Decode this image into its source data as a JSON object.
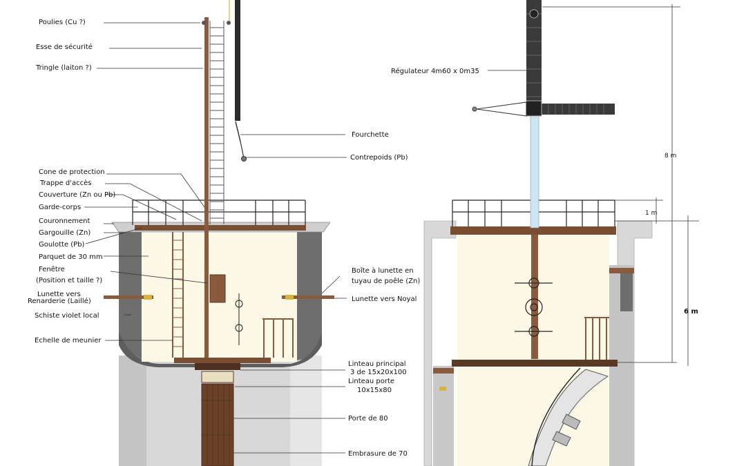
{
  "left_labels": {
    "poulies": "Poulies (Cu ?)",
    "esse": "Esse de sécurité",
    "tringle": "Tringle (laiton ?)",
    "cone": "Cone de protection",
    "trappe": "Trappe d'accès",
    "couverture": "Couverture (Zn ou Pb)",
    "gardecorps": "Garde-corps",
    "couronnement": "Couronnement",
    "gargouille": "Gargouille (Zn)",
    "goulotte": "Goulotte (Pb)",
    "parquet": "Parquet de 30 mm",
    "fenetre_1": "Fenêtre",
    "fenetre_2": "(Position et taille ?)",
    "lunette_renarderie_1": "Lunette vers",
    "lunette_renarderie_2": "Renarderie (Laillé)",
    "schiste": "Schiste violet local",
    "echelle": "Echelle de meunier"
  },
  "right_labels": {
    "fourchette": "Fourchette",
    "contrepoids": "Contrepoids (Pb)",
    "boite_1": "Boîte à lunette en",
    "boite_2": "tuyau de poêle (Zn)",
    "lunette_noyal": "Lunette vers Noyal",
    "linteau_principal_1": "Linteau principal",
    "linteau_principal_2": "3 de 15x20x100",
    "linteau_porte_1": "Linteau porte",
    "linteau_porte_2": "10x15x80",
    "porte": "Porte de 80",
    "embrasure": "Embrasure de 70"
  },
  "section_labels": {
    "regulateur": "Régulateur 4m60 x 0m35"
  },
  "dimensions": {
    "mast_height": "8 m",
    "rail_height": "1 m",
    "tower_height": "6 m"
  },
  "colors": {
    "wood": "#8a5a3c",
    "wood_dark": "#5b3a24",
    "schist": "#6e6e6e",
    "plaster": "#fbf8e6",
    "tower_grey": "#cfcfcf",
    "sky_pole": "#cde6f2",
    "regulator": "#3a3a3a",
    "brass": "#d9b23a"
  }
}
